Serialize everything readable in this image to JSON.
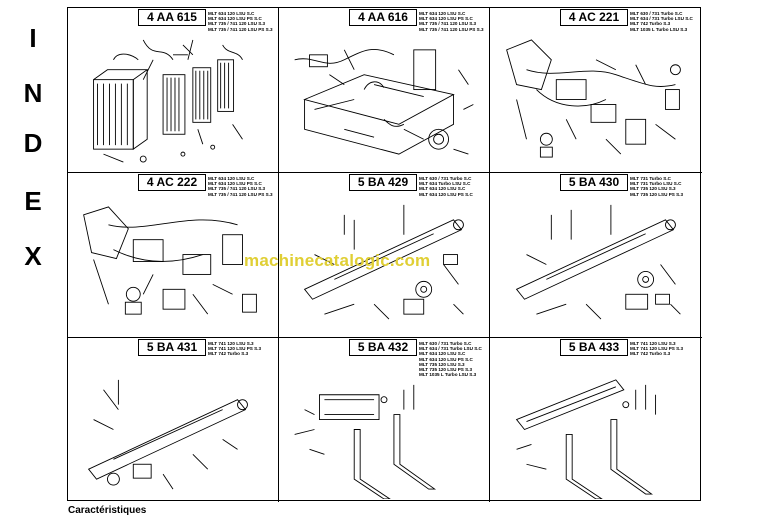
{
  "index_letters": [
    "I",
    "N",
    "D",
    "E",
    "X"
  ],
  "pages": [
    {
      "code": "4 AA 615",
      "models": [
        "MLT 634 120 LSU  S.C",
        "MLT 634 120 LSU PS S.C",
        "MLT 735 / 741 120 LSU S.3",
        "MLT 735 / 741 120 LSU PS S.3"
      ]
    },
    {
      "code": "4 AA 616",
      "models": [
        "MLT 634 120 LSU  S.C",
        "MLT 634 120 LSU PS S.C",
        "MLT 735 / 741 120 LSU S.3",
        "MLT 735 / 741 120 LSU PS S.3"
      ]
    },
    {
      "code": "4 AC 221",
      "models": [
        "MLT 630 / 731 Turbo S.C",
        "MLT 634 / 731 Turbo LSU S.C",
        "MLT 742 Turbo S.3",
        "MLT 1035 L Turbo LSU S.3"
      ]
    },
    {
      "code": "4 AC 222",
      "models": [
        "MLT 634 120 LSU  S.C",
        "MLT 634 120 LSU PS S.C",
        "MLT 735 / 741 120 LSU S.3",
        "MLT 735 / 741 120 LSU PS S.3"
      ]
    },
    {
      "code": "5 BA 429",
      "models": [
        "MLT 630 / 731 Turbo S.C",
        "MLT 634 Turbo LSU S.C",
        "MLT 634 120 LSU S.C",
        "MLT 634 120 LSU PS S.C"
      ]
    },
    {
      "code": "5 BA 430",
      "models": [
        "MLT 731 Turbo S.C",
        "MLT 731 Turbo LSU S.C",
        "MLT 735 120 LSU S.3",
        "MLT 735 120 LSU PS S.3"
      ]
    },
    {
      "code": "5 BA 431",
      "models": [
        "MLT 741 120 LSU S.3",
        "MLT 741 120 LSU PS S.3",
        "MLT 742 Turbo S.3"
      ]
    },
    {
      "code": "5 BA 432",
      "models": [
        "MLT 630 / 731 Turbo S.C",
        "MLT 634 / 731 Turbo LSU S.C",
        "MLT 634 120 LSU S.C",
        "MLT 634 120 LSU PS S.C",
        "MLT 735 120 LSU S.3",
        "MLT 735 120 LSU PS S.3",
        "MLT 1035 L Turbo LSU S.3"
      ]
    },
    {
      "code": "5 BA 433",
      "models": [
        "MLT 741 120 LSU S.3",
        "MLT 741 120 LSU PS S.3",
        "MLT 742 Turbo S.3"
      ]
    }
  ],
  "watermark": "machinecatalogic.com",
  "footer": "Caractéristiques"
}
